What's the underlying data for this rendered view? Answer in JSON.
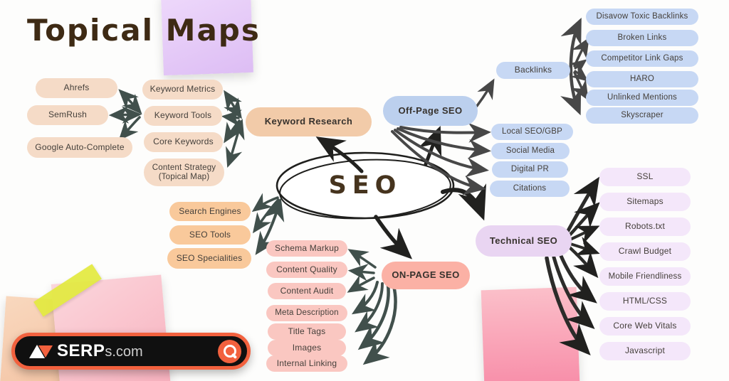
{
  "title": "Topical Maps",
  "mindmap": {
    "center": "SEO",
    "seo_topics": [
      "Search Engines",
      "SEO Tools",
      "SEO Specialities"
    ],
    "keyword_research": {
      "label": "Keyword Research",
      "topics": [
        "Keyword Metrics",
        "Keyword Tools",
        "Core Keywords",
        "Content Strategy (Topical Map)"
      ],
      "tools": [
        "Ahrefs",
        "SemRush",
        "Google Auto-Complete"
      ]
    },
    "off_page": {
      "label": "Off-Page SEO",
      "topics": [
        "Local SEO/GBP",
        "Social Media",
        "Digital PR",
        "Citations"
      ],
      "backlinks": {
        "label": "Backlinks",
        "topics": [
          "Disavow Toxic Backlinks",
          "Broken Links",
          "Competitor Link Gaps",
          "HARO",
          "Unlinked Mentions",
          "Skyscraper"
        ]
      }
    },
    "on_page": {
      "label": "ON-PAGE SEO",
      "topics": [
        "Schema Markup",
        "Content Quality",
        "Content Audit",
        "Meta Description",
        "Title Tags",
        "Images",
        "Internal Linking"
      ]
    },
    "technical": {
      "label": "Technical SEO",
      "topics": [
        "SSL",
        "Sitemaps",
        "Robots.txt",
        "Crawl Budget",
        "Mobile Friendliness",
        "HTML/CSS",
        "Core Web Vitals",
        "Javascript"
      ]
    }
  },
  "logo": {
    "brand_bold": "SERP",
    "brand_rest": "s.com"
  },
  "colors": {
    "tan_pill": "#F5DBC7",
    "keyword_research_node": "#F2CBA9",
    "orange_pill": "#F9C99B",
    "blue_node": "#BCD0EE",
    "blue_pill": "#C7D8F4",
    "on_page_node": "#FBB1A5",
    "pink_pill": "#FAC7C1",
    "technical_node": "#E9D5F2",
    "lavender_pill": "#F4E7FA",
    "arrow_dark": "#21211F",
    "arrow_slate": "#41504C",
    "arrow_gray": "#474747",
    "title_text": "#3E2A14",
    "logo_orange": "#F2613E"
  }
}
